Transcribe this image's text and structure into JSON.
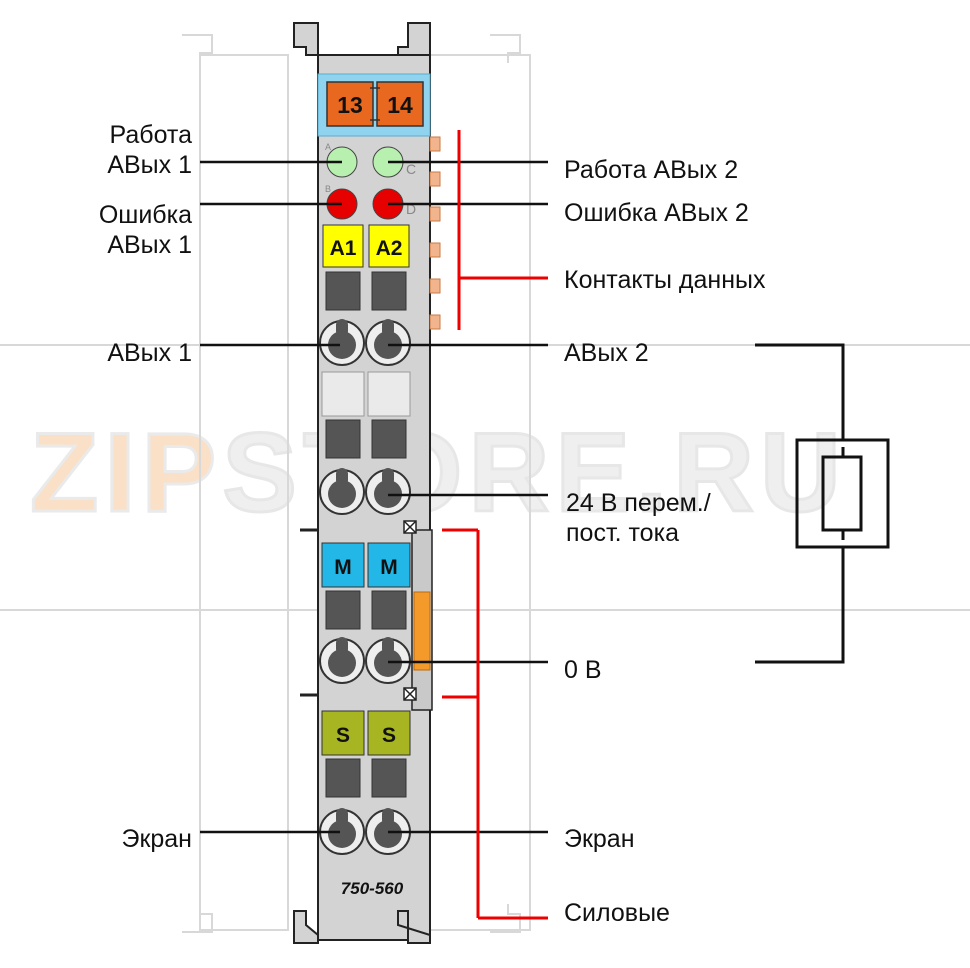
{
  "module": {
    "terminal_left": "13",
    "terminal_right": "14",
    "model": "750-560",
    "led_letters": [
      "A",
      "B",
      "C",
      "D"
    ],
    "slot_a1": "A1",
    "slot_a2": "A2",
    "slot_m": "M",
    "slot_s": "S"
  },
  "labels": {
    "run_out1": [
      "Работа",
      "АВых 1"
    ],
    "run_out2": "Работа АВых 2",
    "err_out1": [
      "Ошибка",
      "АВых 1"
    ],
    "err_out2": "Ошибка АВых 2",
    "data_contacts": "Контакты данных",
    "out1": "АВых 1",
    "out2": "АВых 2",
    "supply": [
      "24 В перем./",
      "пост. тока"
    ],
    "zero_v": "0 В",
    "shield_left": "Экран",
    "shield_right": "Экран",
    "power": "Силовые"
  },
  "watermark": [
    "ZIP",
    "STORE.RU"
  ],
  "colors": {
    "terminal_orange": "#e8681f",
    "terminal_frame": "#8fd3ee",
    "led_green": "#b8f0b0",
    "led_red": "#e60000",
    "slot_yellow": "#ffff00",
    "slot_cyan": "#22b7e6",
    "slot_olive": "#a6b521",
    "leader_red": "#ee0000"
  }
}
